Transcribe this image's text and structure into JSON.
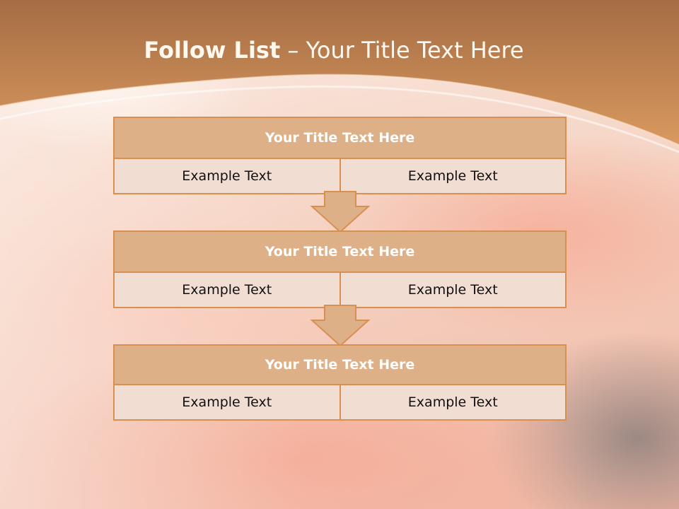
{
  "slide": {
    "title_bold": "Follow List",
    "title_rest": " – Your Title Text Here"
  },
  "blocks": [
    {
      "title": "Your Title Text Here",
      "left": "Example Text",
      "right": "Example Text"
    },
    {
      "title": "Your Title Text Here",
      "left": "Example Text",
      "right": "Example Text"
    },
    {
      "title": "Your Title Text Here",
      "left": "Example Text",
      "right": "Example Text"
    }
  ],
  "colors": {
    "banner": "#c98d5b",
    "header_fill": "#deb088",
    "border": "#d79052",
    "cell_fill": "#f1ddd2"
  }
}
